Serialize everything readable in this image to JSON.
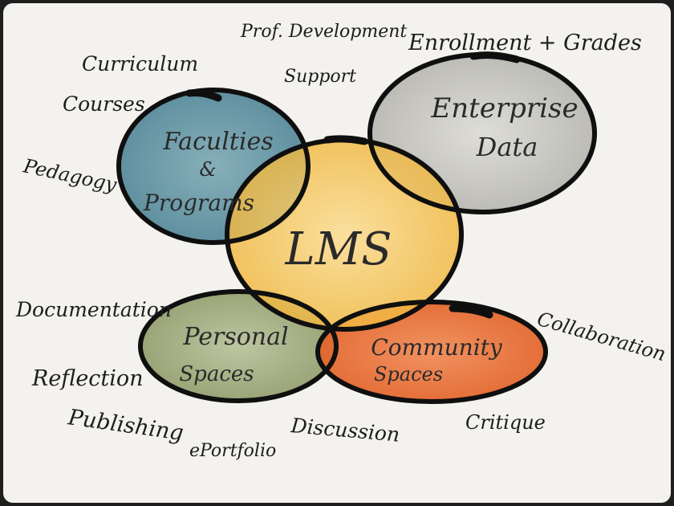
{
  "circles": {
    "faculties": {
      "lines": [
        "Faculties",
        "&",
        "Programs"
      ],
      "color": "#4f8596"
    },
    "enterprise": {
      "lines": [
        "Enterprise",
        "Data"
      ],
      "color": "#bdbcb6"
    },
    "lms": {
      "lines": [
        "LMS"
      ],
      "color": "#f3bd3c"
    },
    "personal": {
      "lines": [
        "Personal",
        "Spaces"
      ],
      "color": "#93a070"
    },
    "community": {
      "lines": [
        "Community",
        "Spaces"
      ],
      "color": "#e96a2e"
    }
  },
  "annotations": {
    "prof_development": "Prof. Development",
    "support": "Support",
    "enrollment_grades": "Enrollment + Grades",
    "curriculum": "Curriculum",
    "courses": "Courses",
    "pedagogy": "Pedagogy",
    "documentation": "Documentation",
    "reflection": "Reflection",
    "publishing": "Publishing",
    "eportfolio": "ePortfolio",
    "discussion": "Discussion",
    "collaboration": "Collaboration",
    "critique": "Critique"
  }
}
